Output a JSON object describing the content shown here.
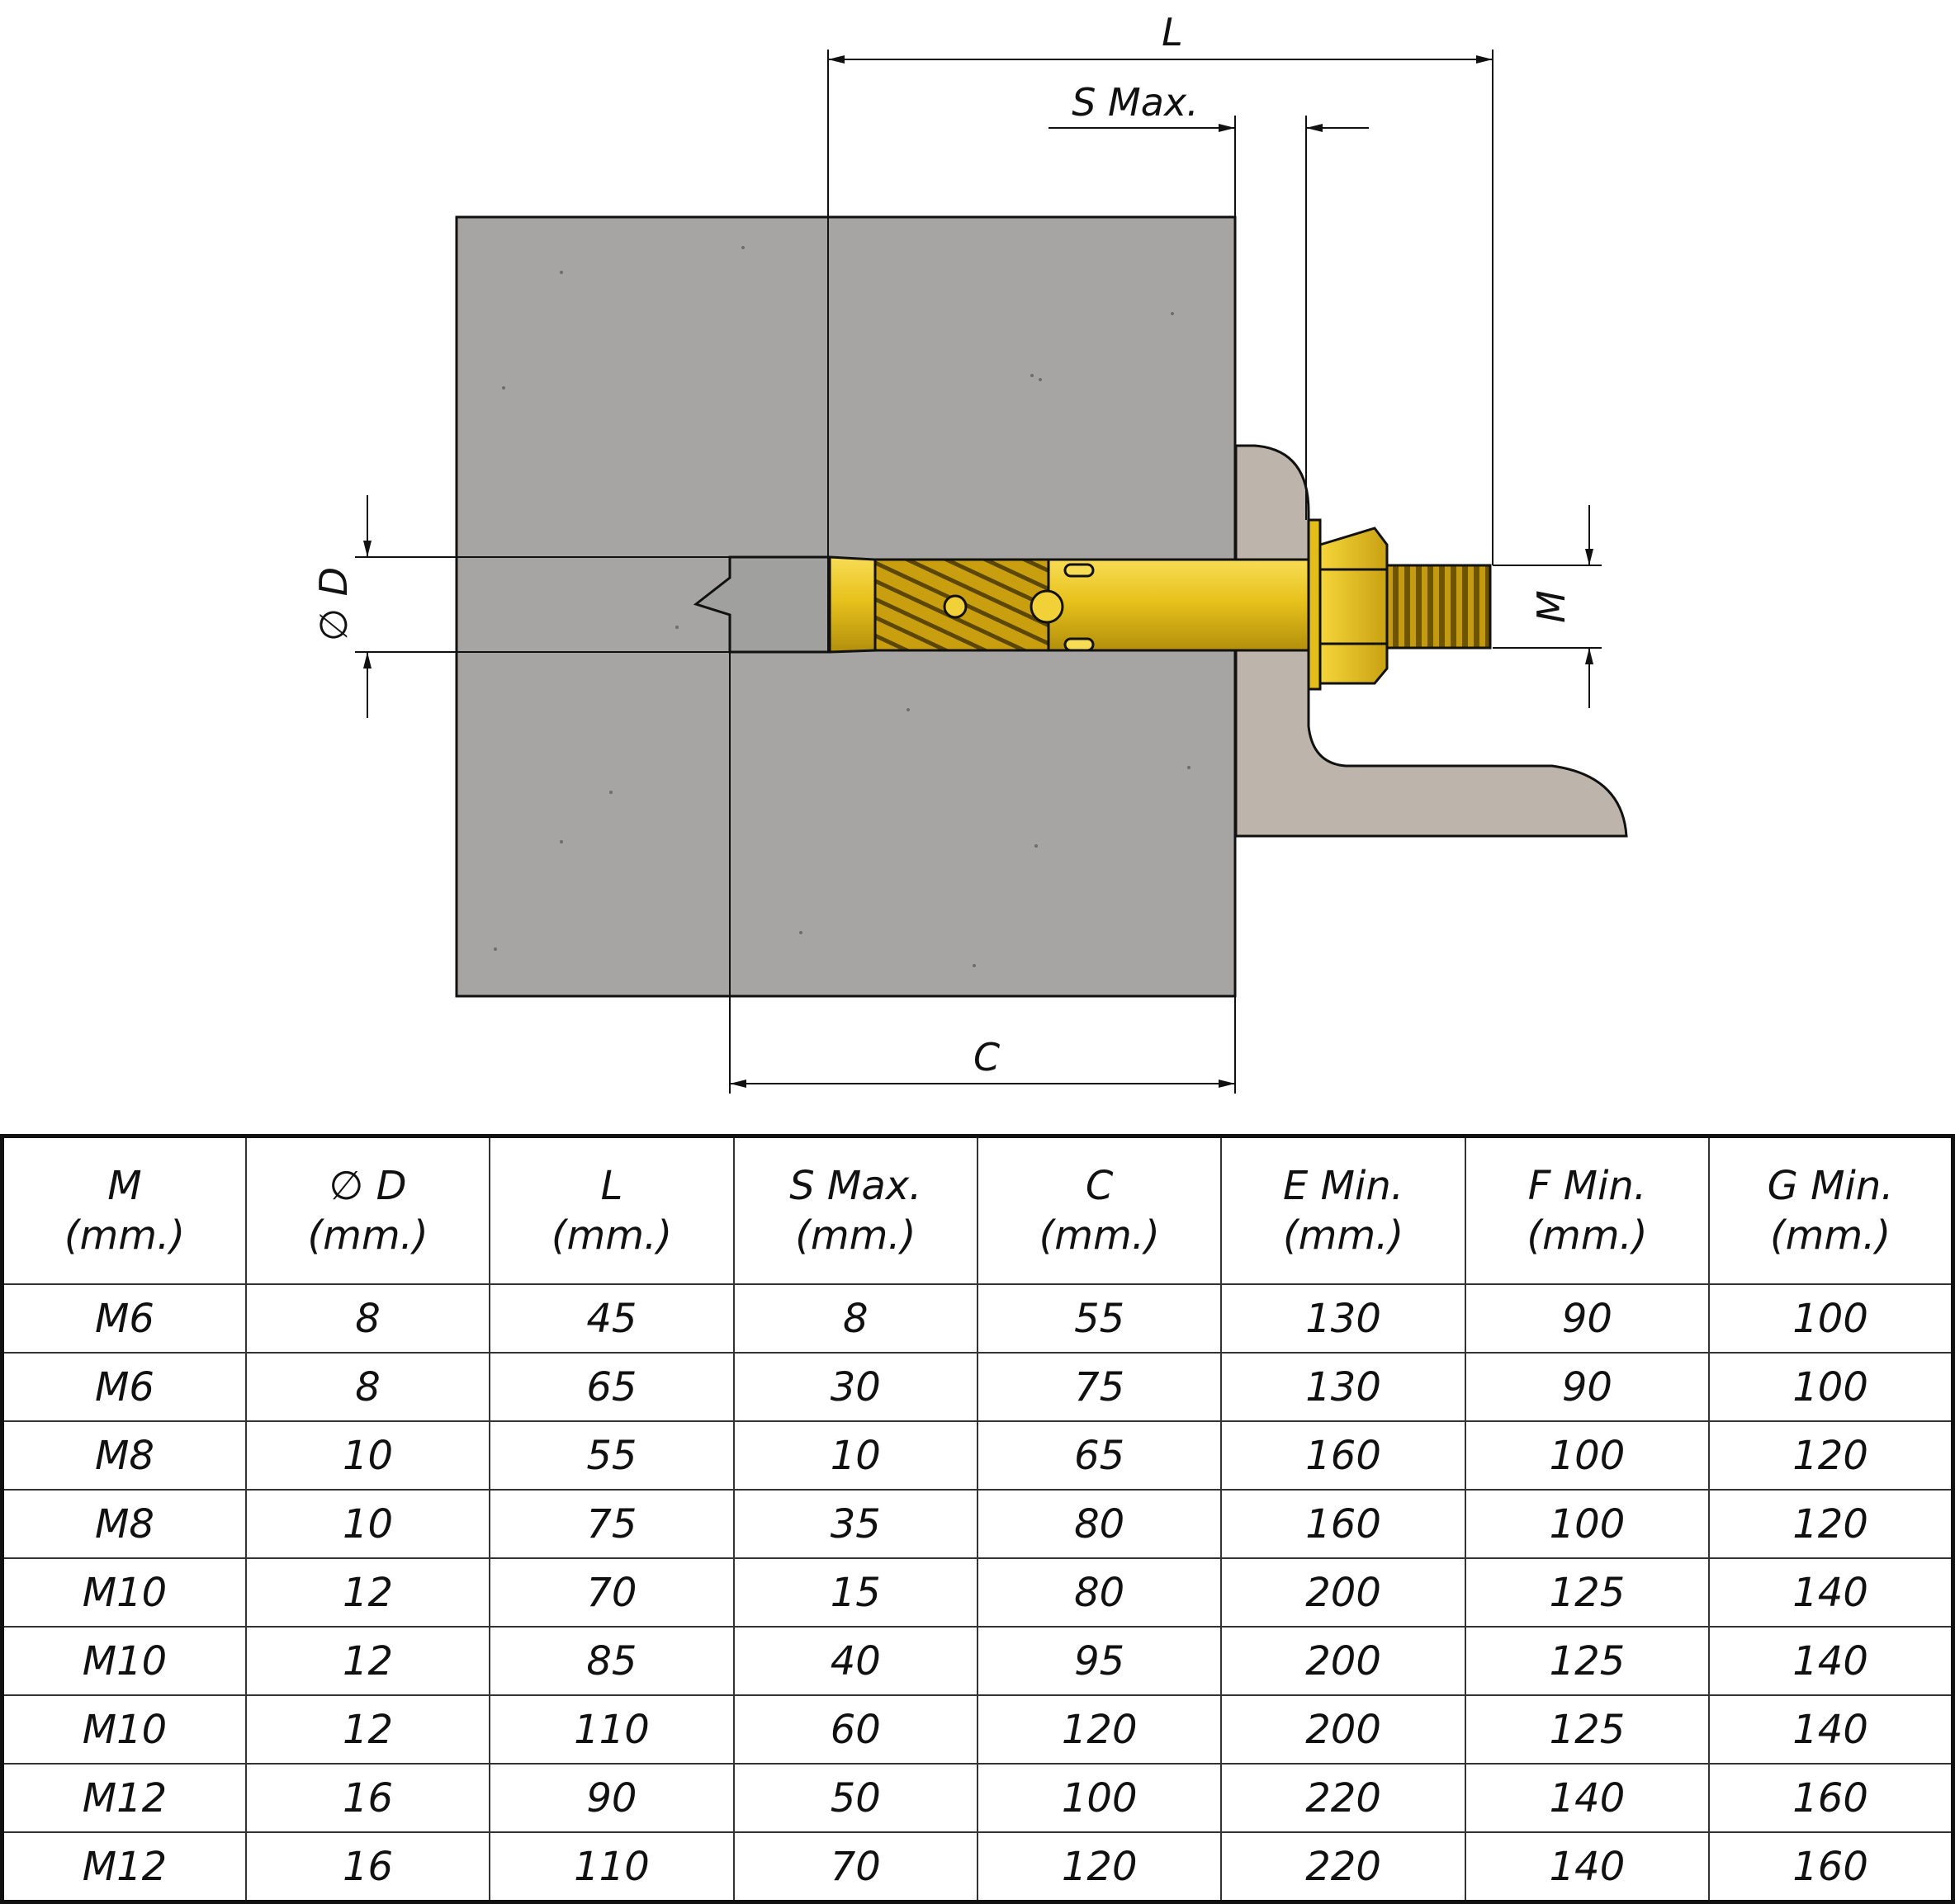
{
  "diagram": {
    "labels": {
      "L": "L",
      "S": "S Max.",
      "D": "∅ D",
      "M": "M",
      "C": "C"
    },
    "colors": {
      "concrete": "#a6a5a3",
      "bracket": "#bdb5ab",
      "brass": "#e8c21d",
      "brass_dark": "#9a7a08",
      "line": "#111111"
    }
  },
  "table": {
    "headers": [
      {
        "name": "M",
        "unit": "(mm.)"
      },
      {
        "name": "∅ D",
        "unit": "(mm.)"
      },
      {
        "name": "L",
        "unit": "(mm.)"
      },
      {
        "name": "S Max.",
        "unit": "(mm.)"
      },
      {
        "name": "C",
        "unit": "(mm.)"
      },
      {
        "name": "E Min.",
        "unit": "(mm.)"
      },
      {
        "name": "F Min.",
        "unit": "(mm.)"
      },
      {
        "name": "G Min.",
        "unit": "(mm.)"
      }
    ],
    "rows": [
      [
        "M6",
        "8",
        "45",
        "8",
        "55",
        "130",
        "90",
        "100"
      ],
      [
        "M6",
        "8",
        "65",
        "30",
        "75",
        "130",
        "90",
        "100"
      ],
      [
        "M8",
        "10",
        "55",
        "10",
        "65",
        "160",
        "100",
        "120"
      ],
      [
        "M8",
        "10",
        "75",
        "35",
        "80",
        "160",
        "100",
        "120"
      ],
      [
        "M10",
        "12",
        "70",
        "15",
        "80",
        "200",
        "125",
        "140"
      ],
      [
        "M10",
        "12",
        "85",
        "40",
        "95",
        "200",
        "125",
        "140"
      ],
      [
        "M10",
        "12",
        "110",
        "60",
        "120",
        "200",
        "125",
        "140"
      ],
      [
        "M12",
        "16",
        "90",
        "50",
        "100",
        "220",
        "140",
        "160"
      ],
      [
        "M12",
        "16",
        "110",
        "70",
        "120",
        "220",
        "140",
        "160"
      ]
    ]
  }
}
